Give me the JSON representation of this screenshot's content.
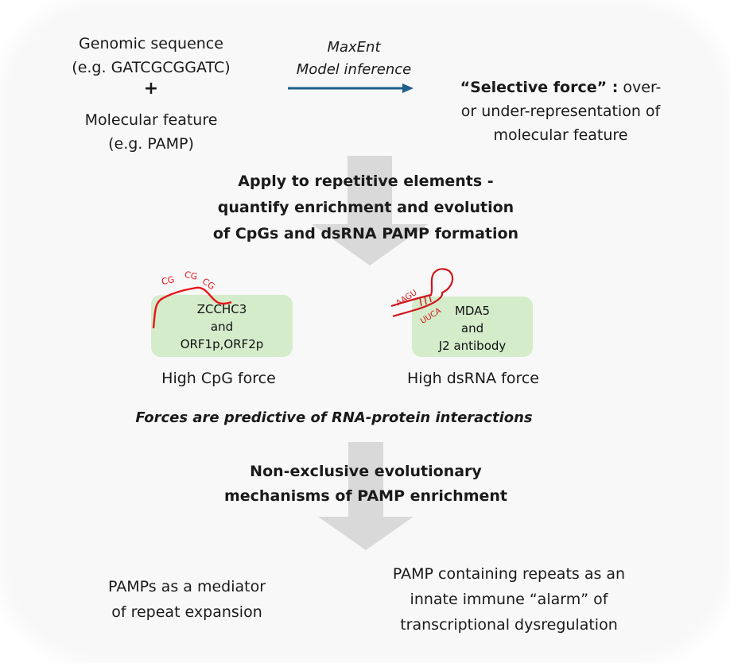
{
  "input": {
    "sequence_label": "Genomic sequence\n(e.g. GATCGCGGATC)",
    "plus": "+",
    "feature_label": "Molecular feature\n(e.g. PAMP)"
  },
  "inference": {
    "label": "MaxEnt\nModel inference",
    "arrow_color": "#1f5f8b"
  },
  "output": {
    "bold": "“Selective force” :",
    "rest": " over-\nor under-representation of\nmolecular feature"
  },
  "step1": {
    "text": "Apply to repetitive elements -\nquantify enrichment and evolution\nof CpGs and dsRNA PAMP formation"
  },
  "cpg": {
    "motifs": [
      "CG",
      "CG",
      "CG"
    ],
    "box_text": "ZCCHC3\nand\nORF1p,ORF2p",
    "caption": "High CpG force"
  },
  "dsrna": {
    "top_strand": "AAGU",
    "bottom_strand": "UUCA",
    "box_text": "MDA5\nand\nJ2 antibody",
    "caption": "High dsRNA force"
  },
  "prediction": {
    "text": "Forces are predictive of RNA-protein interactions"
  },
  "step2": {
    "text": "Non-exclusive evolutionary\nmechanisms of PAMP enrichment"
  },
  "mechanisms": {
    "left": "PAMPs as a mediator\nof repeat expansion",
    "right": "PAMP containing repeats as an\ninnate immune “alarm” of\ntranscriptional dysregulation"
  },
  "colors": {
    "rna_red": "#e8151b",
    "box_green": "#d4ecca",
    "arrow_gray": "#d9d9d9"
  }
}
